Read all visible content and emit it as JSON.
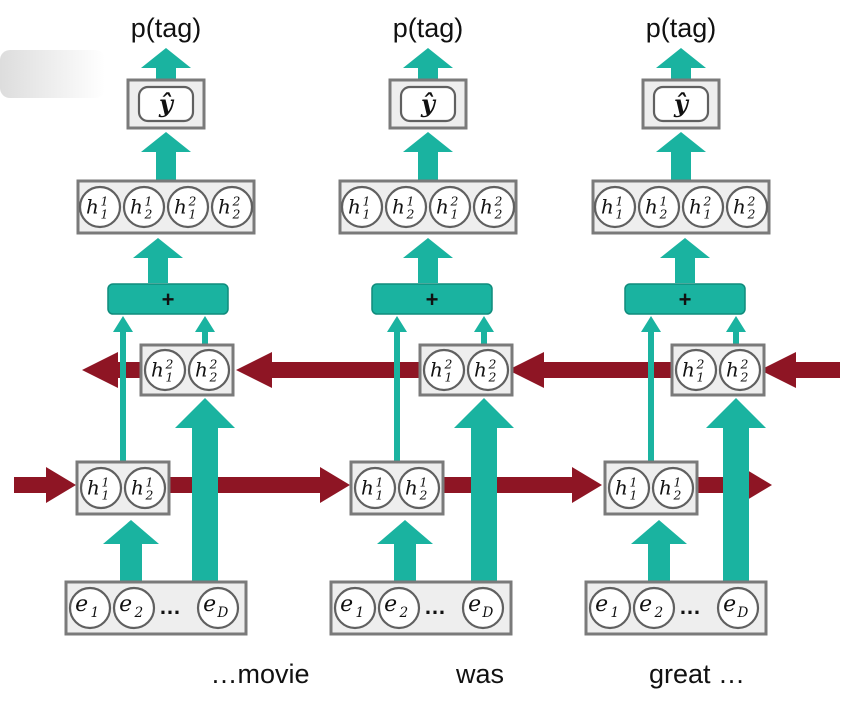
{
  "output_label": "p(tag)",
  "y_hat": "ŷ",
  "plus": "+",
  "ellipsis": "…",
  "hidden": {
    "h11": {
      "base": "h",
      "sup": "1",
      "sub": "1"
    },
    "h12": {
      "base": "h",
      "sup": "1",
      "sub": "2"
    },
    "h21": {
      "base": "h",
      "sup": "2",
      "sub": "1"
    },
    "h22": {
      "base": "h",
      "sup": "2",
      "sub": "2"
    }
  },
  "embedding": {
    "e1": {
      "base": "e",
      "sub": "1"
    },
    "e2": {
      "base": "e",
      "sub": "2"
    },
    "eD": {
      "base": "e",
      "sub": "D"
    }
  },
  "words": [
    "…movie",
    "was",
    "great …"
  ],
  "colors": {
    "teal": "#1ab3a0",
    "crimson": "#8e1524",
    "box_border": "#7a7a7a",
    "box_fill": "#eeeeee"
  }
}
